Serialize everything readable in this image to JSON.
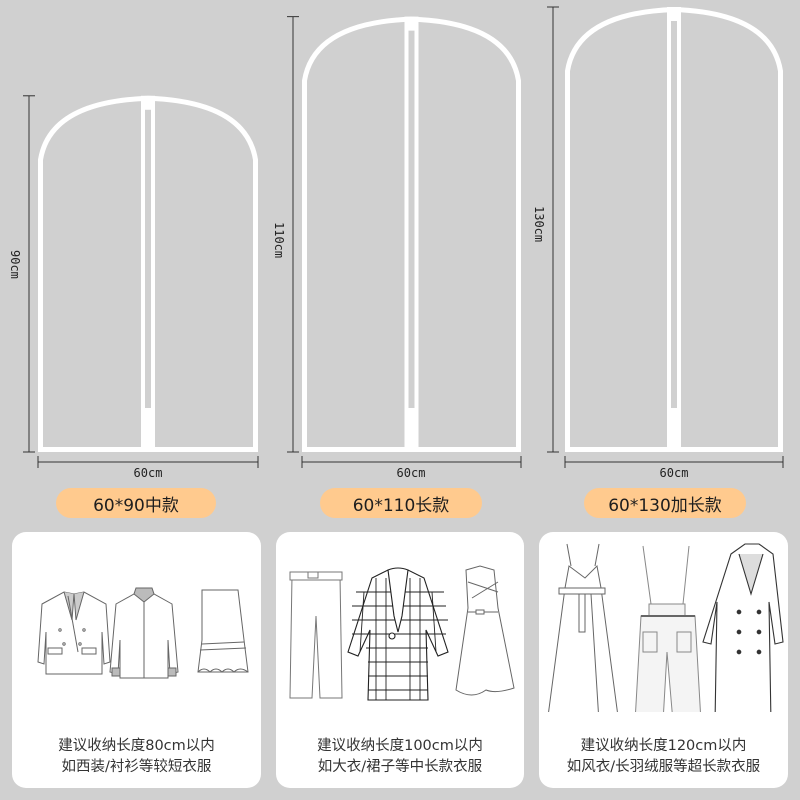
{
  "colors": {
    "background": "#d0d0d0",
    "bag_outline": "#ffffff",
    "pill": "#ffca8e",
    "card": "#ffffff",
    "dimension_line": "#333333"
  },
  "bags": [
    {
      "height_label": "90cm",
      "width_label": "60cm",
      "model_label": "60*90中款",
      "height_cm": 90,
      "width_cm": 60
    },
    {
      "height_label": "110cm",
      "width_label": "60cm",
      "model_label": "60*110长款",
      "height_cm": 110,
      "width_cm": 60
    },
    {
      "height_label": "130cm",
      "width_label": "60cm",
      "model_label": "60*130加长款",
      "height_cm": 130,
      "width_cm": 60
    }
  ],
  "cards": [
    {
      "garments": [
        "suit-jacket-icon",
        "shirt-icon",
        "mermaid-skirt-icon"
      ],
      "line1": "建议收纳长度80cm以内",
      "line2": "如西装/衬衫等较短衣服"
    },
    {
      "garments": [
        "trousers-icon",
        "plaid-coat-icon",
        "dress-icon"
      ],
      "line1": "建议收纳长度100cm以内",
      "line2": "如大衣/裙子等中长款衣服"
    },
    {
      "garments": [
        "maxi-dress-icon",
        "overalls-icon",
        "trench-coat-icon"
      ],
      "line1": "建议收纳长度120cm以内",
      "line2": "如风衣/长羽绒服等超长款衣服"
    }
  ]
}
